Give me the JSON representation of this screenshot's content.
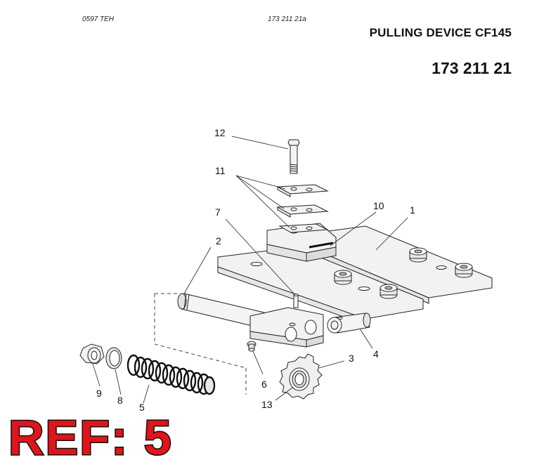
{
  "header": {
    "code_left": "0597 TEH",
    "code_mid": "173 211 21a",
    "title": "PULLING DEVICE CF145",
    "part_number": "173 211 21"
  },
  "callouts": [
    "12",
    "11",
    "7",
    "10",
    "1",
    "2",
    "4",
    "3",
    "6",
    "9",
    "8",
    "5",
    "13"
  ],
  "ref_label": "REF: 5"
}
